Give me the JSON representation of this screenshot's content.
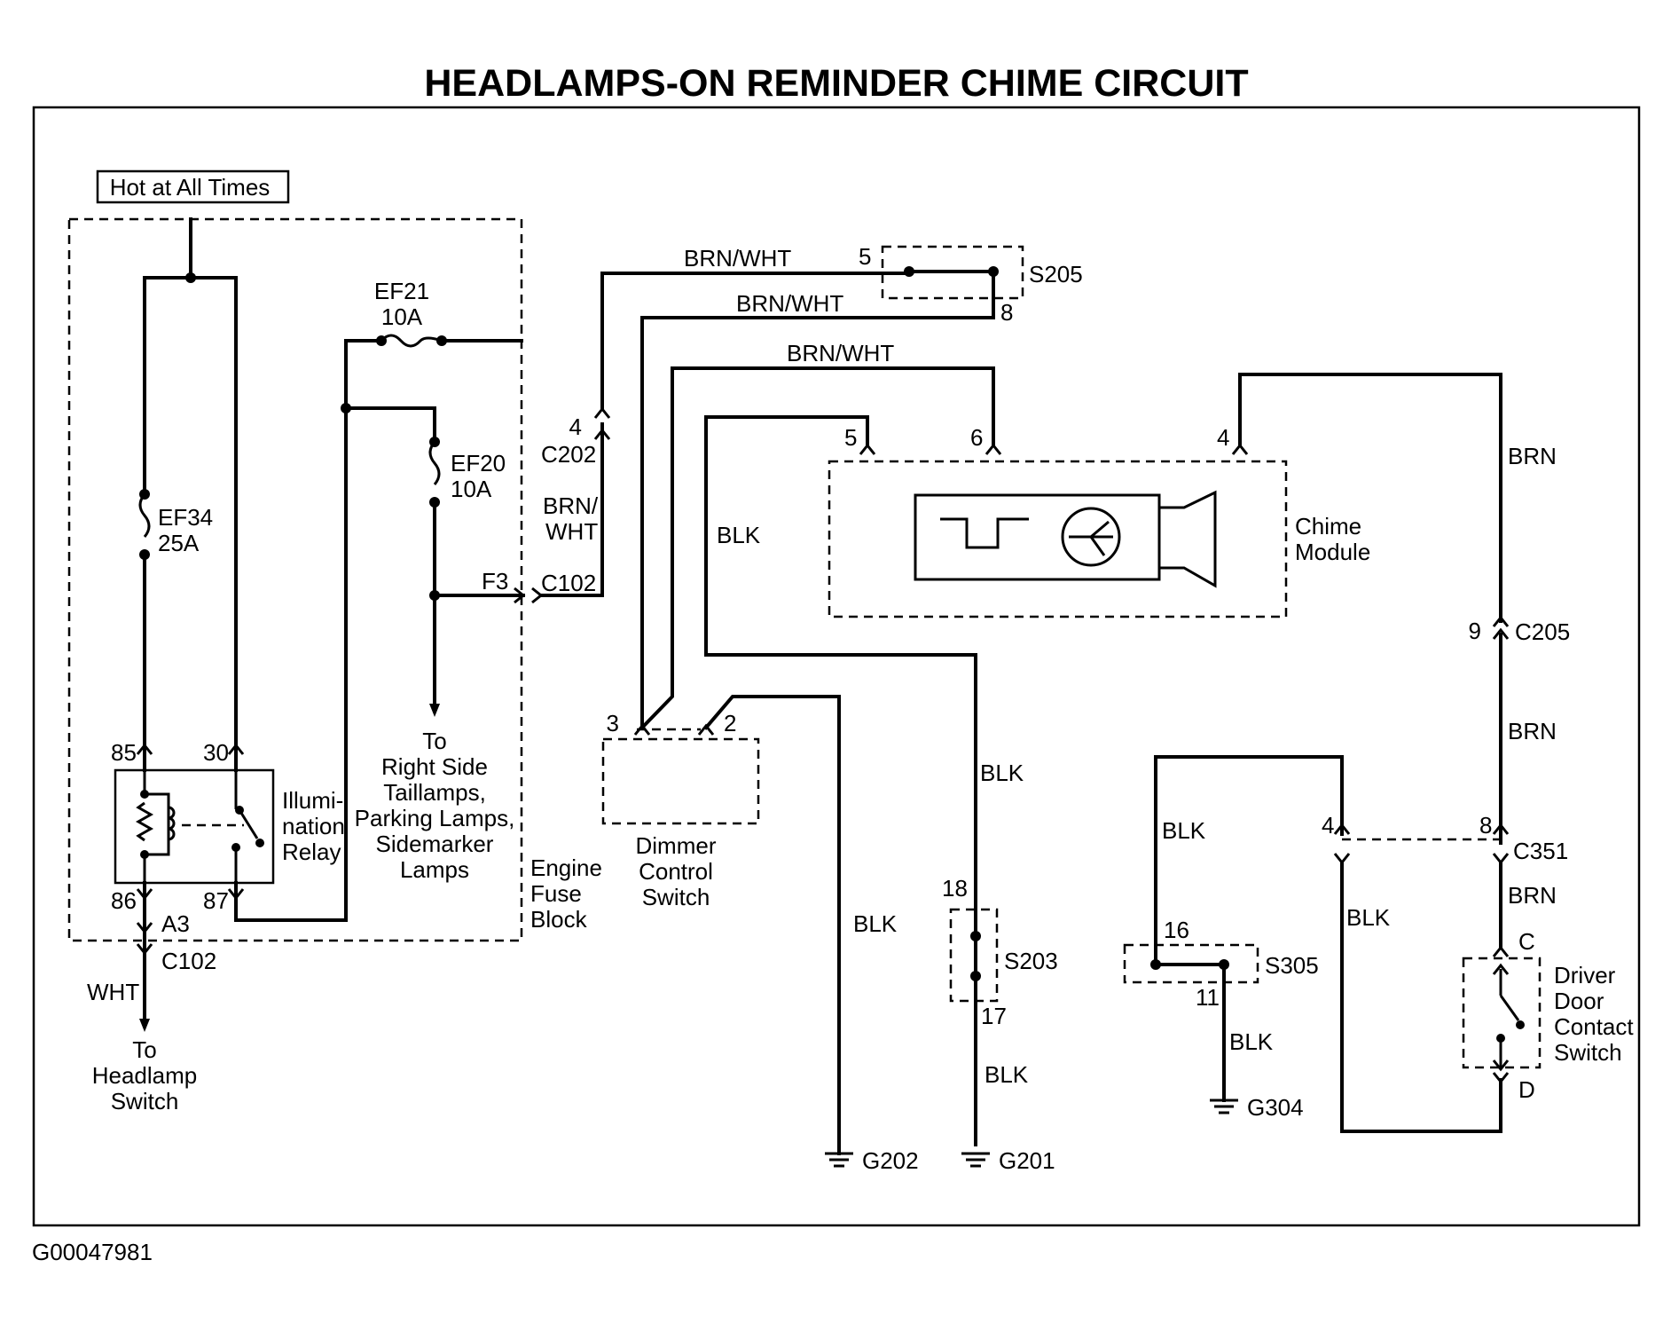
{
  "title": "HEADLAMPS-ON REMINDER CHIME CIRCUIT",
  "figure_id": "G00047981",
  "power_label": "Hot at All Times",
  "fuse_block": {
    "l1": "Engine",
    "l2": "Fuse",
    "l3": "Block"
  },
  "ef34": {
    "name": "EF34",
    "rating": "25A"
  },
  "ef21": {
    "name": "EF21",
    "rating": "10A"
  },
  "ef20": {
    "name": "EF20",
    "rating": "10A"
  },
  "relay": {
    "l1": "Illumi-",
    "l2": "nation",
    "l3": "Relay",
    "pin85": "85",
    "pin30": "30",
    "pin86": "86",
    "pin87": "87"
  },
  "c102": {
    "name": "C102",
    "pin_a3": "A3",
    "pin_f3": "F3"
  },
  "headlamp": {
    "wire": "WHT",
    "l1": "To",
    "l2": "Headlamp",
    "l3": "Switch"
  },
  "taillamps": {
    "l1": "To",
    "l2": "Right Side",
    "l3": "Taillamps,",
    "l4": "Parking Lamps,",
    "l5": "Sidemarker",
    "l6": "Lamps"
  },
  "c202": {
    "name": "C202",
    "pin": "4"
  },
  "wires": {
    "brn_wht": "BRN/WHT",
    "brn_wht_a": "BRN/",
    "brn_wht_b": "WHT",
    "blk": "BLK",
    "brn": "BRN"
  },
  "s205": {
    "name": "S205",
    "pin5": "5",
    "pin8": "8"
  },
  "chime": {
    "l1": "Chime",
    "l2": "Module",
    "pin5": "5",
    "pin6": "6",
    "pin4": "4"
  },
  "dimmer": {
    "l1": "Dimmer",
    "l2": "Control",
    "l3": "Switch",
    "pin3": "3",
    "pin2": "2"
  },
  "s203": {
    "name": "S203",
    "pin18": "18",
    "pin17": "17"
  },
  "s305": {
    "name": "S305",
    "pin16": "16",
    "pin11": "11"
  },
  "c205": {
    "name": "C205",
    "pin": "9"
  },
  "c351": {
    "name": "C351",
    "pin4": "4",
    "pin8": "8"
  },
  "door_switch": {
    "l1": "Driver",
    "l2": "Door",
    "l3": "Contact",
    "l4": "Switch",
    "pinC": "C",
    "pinD": "D"
  },
  "grounds": {
    "g202": "G202",
    "g201": "G201",
    "g304": "G304"
  }
}
